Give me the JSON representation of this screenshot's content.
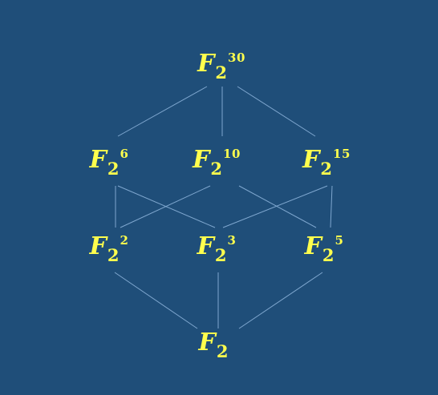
{
  "colors": {
    "background": "#1f4e79",
    "label": "#ffff4d",
    "edge": "#7fa7cf"
  },
  "lattice": {
    "nodes": [
      {
        "id": "f2_30",
        "base": "F",
        "sub": "2",
        "exp": "30"
      },
      {
        "id": "f2_6",
        "base": "F",
        "sub": "2",
        "exp": "6"
      },
      {
        "id": "f2_10",
        "base": "F",
        "sub": "2",
        "exp": "10"
      },
      {
        "id": "f2_15",
        "base": "F",
        "sub": "2",
        "exp": "15"
      },
      {
        "id": "f2_2",
        "base": "F",
        "sub": "2",
        "exp": "2"
      },
      {
        "id": "f2_3",
        "base": "F",
        "sub": "2",
        "exp": "3"
      },
      {
        "id": "f2_5",
        "base": "F",
        "sub": "2",
        "exp": "5"
      },
      {
        "id": "f2",
        "base": "F",
        "sub": "2",
        "exp": ""
      }
    ],
    "edges": [
      [
        "f2_30",
        "f2_6"
      ],
      [
        "f2_30",
        "f2_10"
      ],
      [
        "f2_30",
        "f2_15"
      ],
      [
        "f2_6",
        "f2_2"
      ],
      [
        "f2_6",
        "f2_3"
      ],
      [
        "f2_10",
        "f2_2"
      ],
      [
        "f2_10",
        "f2_5"
      ],
      [
        "f2_15",
        "f2_3"
      ],
      [
        "f2_15",
        "f2_5"
      ],
      [
        "f2_2",
        "f2"
      ],
      [
        "f2_3",
        "f2"
      ],
      [
        "f2_5",
        "f2"
      ]
    ]
  }
}
